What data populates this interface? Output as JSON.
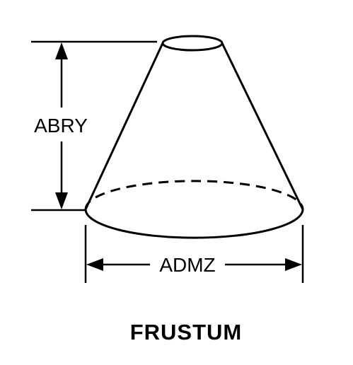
{
  "diagram": {
    "height_label": "ABRY",
    "diameter_label": "ADMZ",
    "caption": "FRUSTUM"
  },
  "colors": {
    "ink": "#000000",
    "background": "#ffffff"
  }
}
